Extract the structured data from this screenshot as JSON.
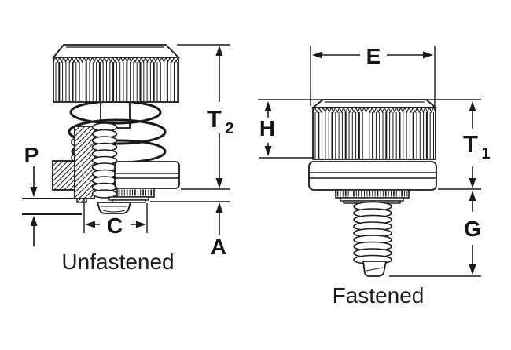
{
  "figure": {
    "type": "technical-drawing",
    "subject": "captive panel screw fastener, unfastened and fastened states"
  },
  "captions": {
    "unfastened": "Unfastened",
    "fastened": "Fastened"
  },
  "dimensions": {
    "p": "P",
    "c": "C",
    "a": "A",
    "t2": {
      "base": "T",
      "sub": "2"
    },
    "e": "E",
    "h": "H",
    "t1": {
      "base": "T",
      "sub": "1"
    },
    "g": "G"
  },
  "colors": {
    "line": "#1a1a1a",
    "background": "#ffffff",
    "text": "#141414"
  }
}
